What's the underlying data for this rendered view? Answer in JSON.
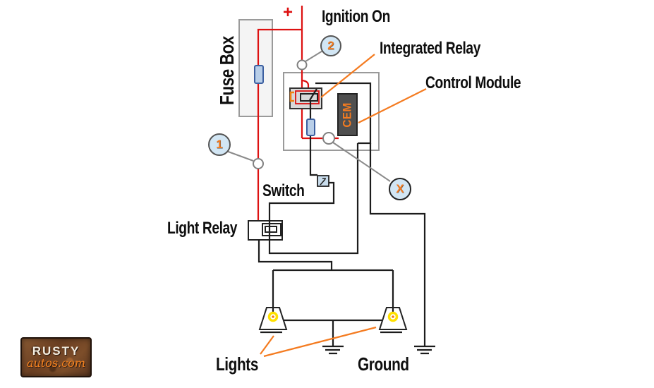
{
  "labels": {
    "ignition_on": "Ignition On",
    "integrated_relay": "Integrated Relay",
    "control_module": "Control Module",
    "fuse_box": "Fuse Box",
    "switch": "Switch",
    "light_relay": "Light Relay",
    "lights": "Lights",
    "ground": "Ground",
    "plus_sign": "+",
    "cem": "CEM"
  },
  "markers": {
    "one": "1",
    "two": "2",
    "x": "X"
  },
  "logo": {
    "brand": "RUSTY",
    "domain": "autos.com"
  },
  "colors": {
    "wire-red": "#dd1111",
    "wire-black": "#1c1c1c",
    "accent-orange": "#f47b20",
    "pointer-gray": "#8a8a8a",
    "box-gray": "#9a9a9a",
    "fuse-fill": "#b8cee8",
    "fuse-border": "#3c5fa0",
    "marker-fill": "#d2e6f4",
    "cem-fill": "#4f4f4f",
    "bulb-yellow": "#ffe000"
  }
}
